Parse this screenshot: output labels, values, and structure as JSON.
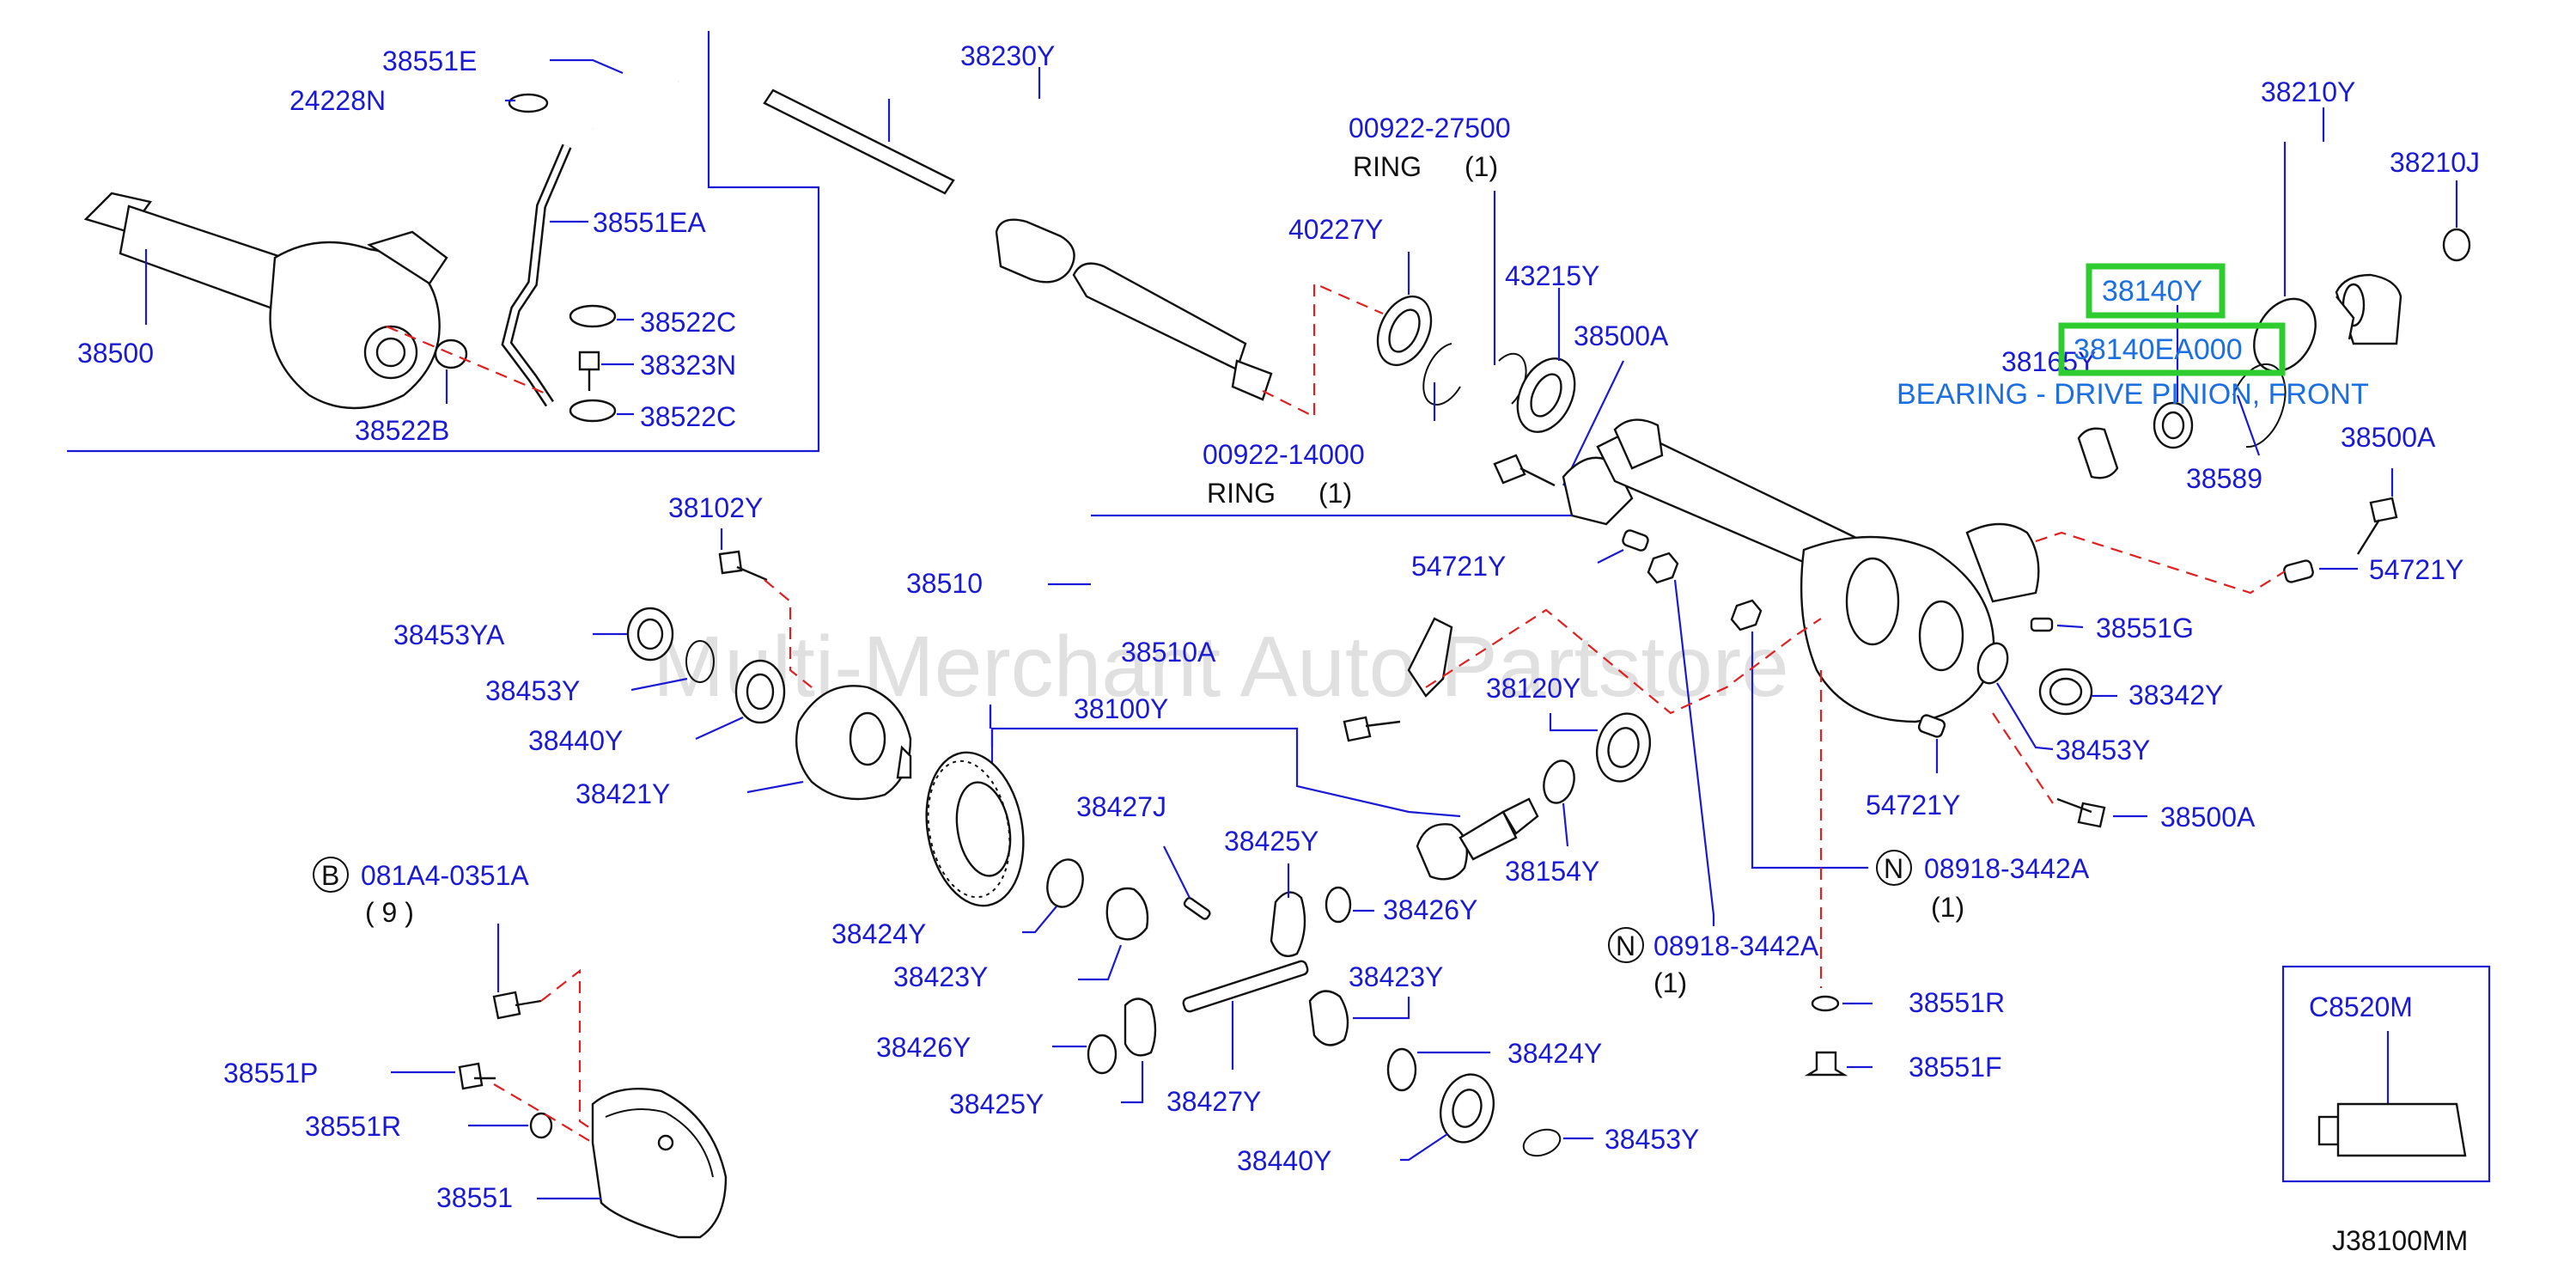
{
  "diagram": {
    "watermark": "Multi-Merchant Auto Partstore",
    "diagram_code": "J38100MM",
    "highlighted_part": "38140Y",
    "highlighted_part_alt": "38140EA000",
    "highlight_description": "BEARING - DRIVE PINION, FRONT",
    "parts": {
      "p38551E": "38551E",
      "p24228N": "24228N",
      "p38551EA": "38551EA",
      "p38500": "38500",
      "p38522C_a": "38522C",
      "p38323N": "38323N",
      "p38522C_b": "38522C",
      "p38522B": "38522B",
      "p38230Y": "38230Y",
      "p00922_27500": "00922-27500",
      "ring_a": "RING",
      "ring_a_qty": "(1)",
      "p40227Y": "40227Y",
      "p43215Y": "43215Y",
      "p38500A_a": "38500A",
      "p00922_14000": "00922-14000",
      "ring_b": "RING",
      "ring_b_qty": "(1)",
      "p38210Y": "38210Y",
      "p38210J": "38210J",
      "p38165Y": "38165Y",
      "p38589": "38589",
      "p38500A_b": "38500A",
      "p54721Y_a": "54721Y",
      "p54721Y_b": "54721Y",
      "p38102Y": "38102Y",
      "p38510": "38510",
      "p38510A": "38510A",
      "p38453YA": "38453YA",
      "p38453Y_a": "38453Y",
      "p38440Y_a": "38440Y",
      "p38421Y": "38421Y",
      "p38100Y": "38100Y",
      "p38120Y": "38120Y",
      "p38551G": "38551G",
      "p38342Y": "38342Y",
      "p38453Y_b": "38453Y",
      "p54721Y_c": "54721Y",
      "p38500A_c": "38500A",
      "p38427J": "38427J",
      "p38425Y_a": "38425Y",
      "p38154Y": "38154Y",
      "circle_N_a": "N",
      "p08918_3442A_a": "08918-3442A",
      "qty_n_a": "(1)",
      "circle_B": "B",
      "p081A4_0351A": "081A4-0351A",
      "qty_b": "( 9 )",
      "p38424Y_a": "38424Y",
      "p38426Y_a": "38426Y",
      "p38423Y_a": "38423Y",
      "p38423Y_b": "38423Y",
      "circle_N_b": "N",
      "p08918_3442A_b": "08918-3442A",
      "qty_n_b": "(1)",
      "p38551R_a": "38551R",
      "p38426Y_b": "38426Y",
      "p38424Y_b": "38424Y",
      "p38551P": "38551P",
      "p38425Y_b": "38425Y",
      "p38427Y": "38427Y",
      "p38551F": "38551F",
      "p38551R_b": "38551R",
      "p38440Y_b": "38440Y",
      "p38453Y_c": "38453Y",
      "p38551": "38551",
      "pC8520M": "C8520M"
    }
  }
}
